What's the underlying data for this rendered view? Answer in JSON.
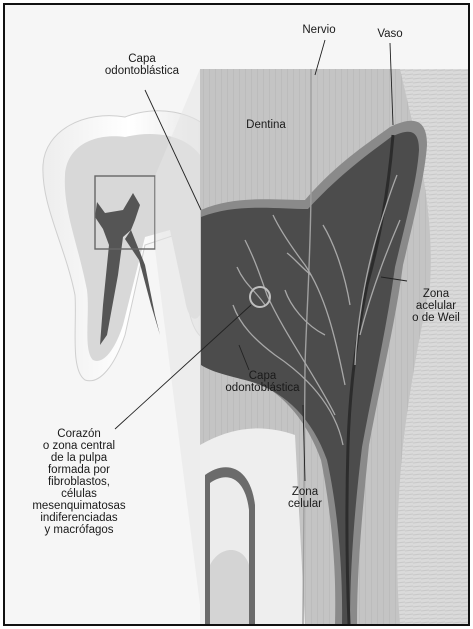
{
  "labels": {
    "capa_top": "Capa\nodontoblástica",
    "nervio": "Nervio",
    "vaso": "Vaso",
    "dentina": "Dentina",
    "zona_acelular": "Zona\nacelular\no de Weil",
    "capa_mid": "Capa\nodontoblástica",
    "corazon": "Corazón\no zona central\nde la pulpa\nformada por\nfibroblastos,\ncélulas\nmesenquimatosas\nindiferenciadas\ny macrófagos",
    "zona_celular": "Zona\ncelular"
  },
  "colors": {
    "pulp": "#4c4c4c",
    "dentin": "#c9c9c9",
    "enamel": "#f2f2f2",
    "nerve": "#b0b0b0",
    "border": "#111111"
  }
}
